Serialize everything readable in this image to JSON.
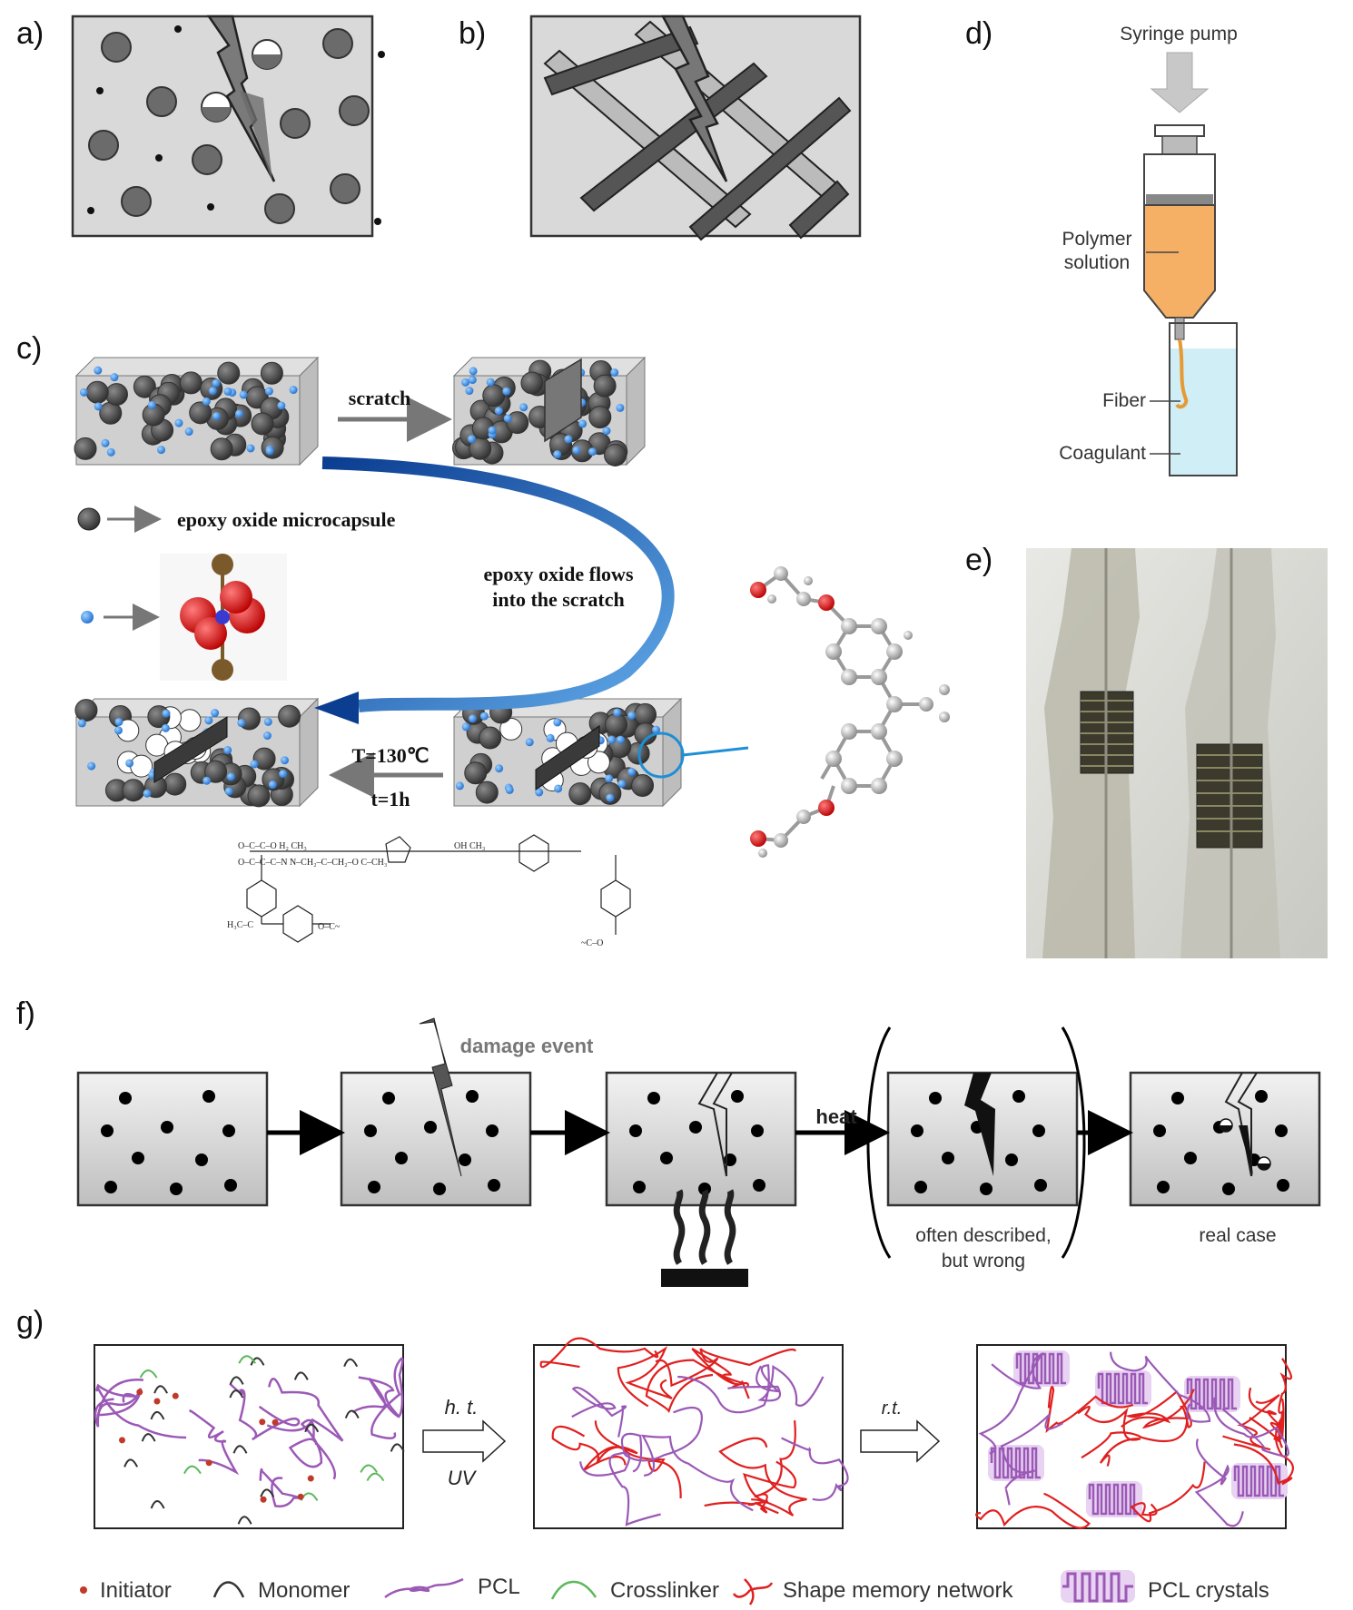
{
  "panels": {
    "a": {
      "label": "a)"
    },
    "b": {
      "label": "b)"
    },
    "c": {
      "label": "c)",
      "scratch": "scratch",
      "microcapsule": "epoxy oxide microcapsule",
      "flow_line1": "epoxy oxide flows",
      "flow_line2": "into the scratch",
      "temp": "T=130℃",
      "time": "t=1h"
    },
    "d": {
      "label": "d)",
      "syringe_pump": "Syringe pump",
      "polymer_line1": "Polymer",
      "polymer_line2": "solution",
      "fiber": "Fiber",
      "coagulant": "Coagulant"
    },
    "e": {
      "label": "e)"
    },
    "f": {
      "label": "f)",
      "damage_event": "damage event",
      "heat": "heat",
      "wrong_line1": "often described,",
      "wrong_line2": "but wrong",
      "real_case": "real case"
    },
    "g": {
      "label": "g)",
      "ht": "h. t.",
      "uv": "UV",
      "rt": "r.t.",
      "legend": {
        "initiator": "Initiator",
        "monomer": "Monomer",
        "pcl": "PCL",
        "crosslinker": "Crosslinker",
        "network": "Shape memory network",
        "crystals": "PCL crystals"
      }
    }
  },
  "colors": {
    "matrix_fill": "#d9d9d9",
    "capsule": "#6b6b6b",
    "blue_arrow": "#1a5fb4",
    "pcl": "#9b59b6",
    "network": "#e02020",
    "crosslinker": "#5cb85c",
    "initiator": "#c0392b",
    "syringe_fluid": "#f5b066",
    "coagulant": "#cfeef5"
  }
}
